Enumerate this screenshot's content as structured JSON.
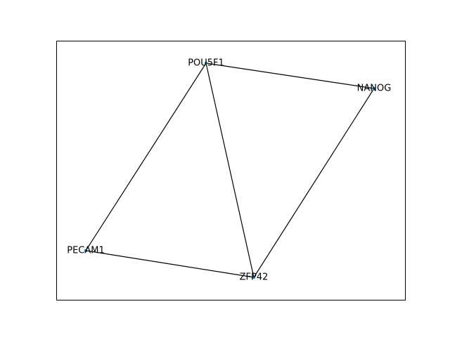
{
  "graph": {
    "nodes": [
      {
        "id": "POU5F1",
        "label": "POU5F1"
      },
      {
        "id": "NANOG",
        "label": "NANOG"
      },
      {
        "id": "PECAM1",
        "label": "PECAM1"
      },
      {
        "id": "ZFP42",
        "label": "ZFP42"
      }
    ],
    "edges": [
      {
        "source": "POU5F1",
        "target": "NANOG"
      },
      {
        "source": "POU5F1",
        "target": "PECAM1"
      },
      {
        "source": "POU5F1",
        "target": "ZFP42"
      },
      {
        "source": "NANOG",
        "target": "ZFP42"
      },
      {
        "source": "PECAM1",
        "target": "ZFP42"
      }
    ]
  },
  "colors": {
    "edge": "#000000",
    "node": "#1f77b4",
    "frame": "#000000",
    "label": "#000000"
  }
}
